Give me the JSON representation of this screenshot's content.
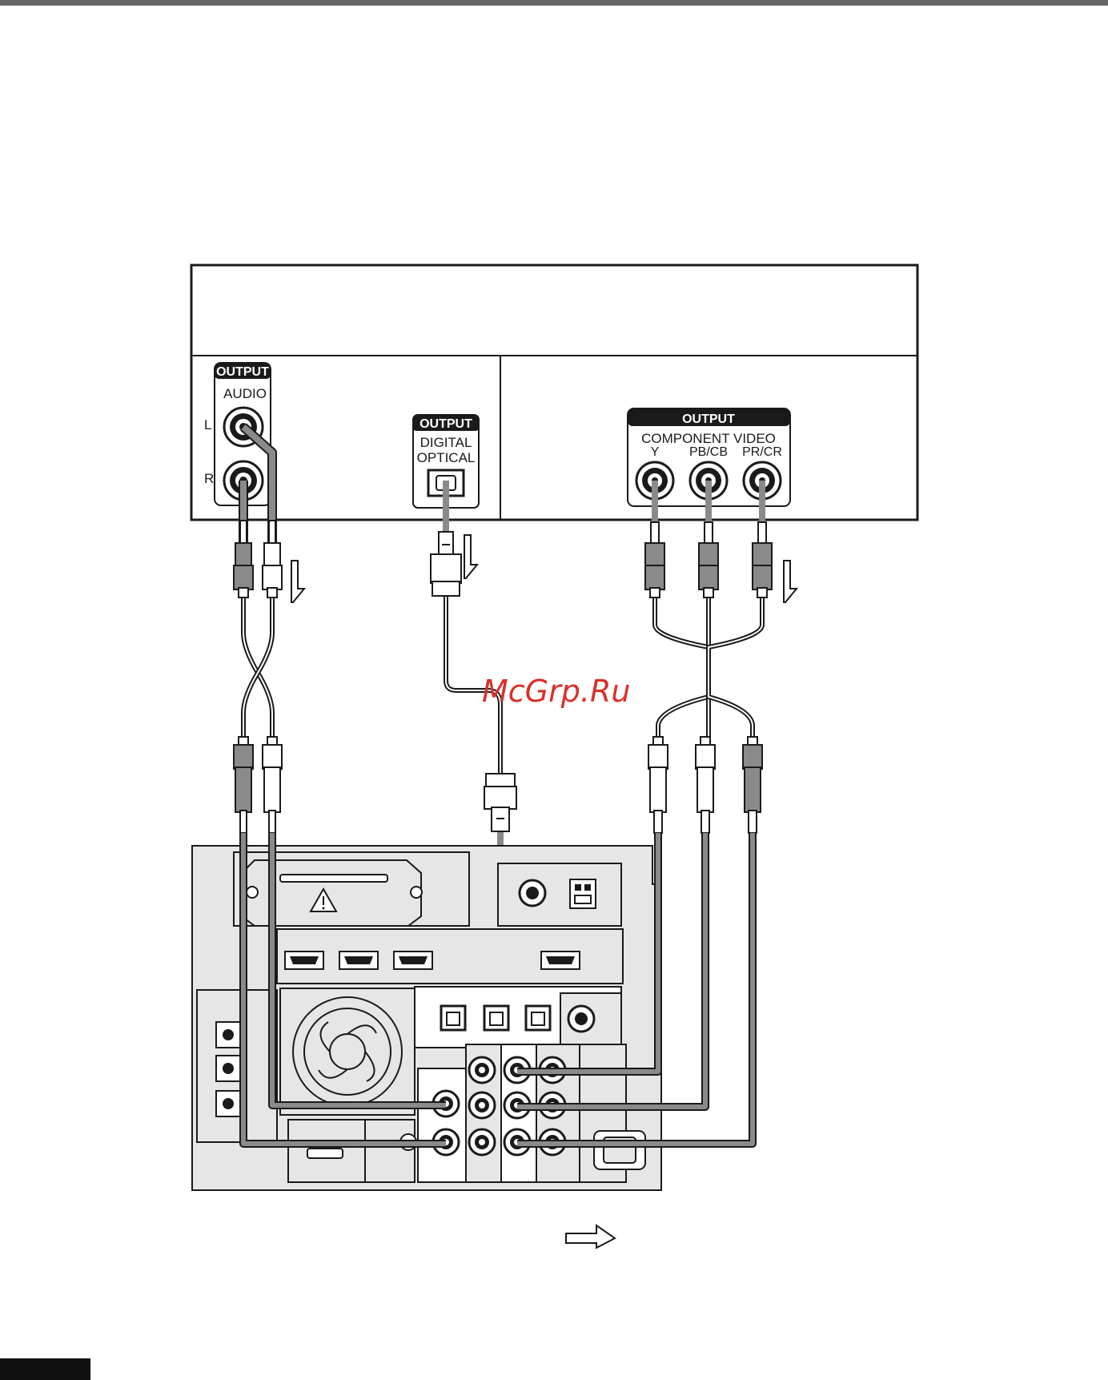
{
  "source_device": {
    "audio_output": {
      "tag": "OUTPUT",
      "title": "AUDIO",
      "left": "L",
      "right": "R"
    },
    "optical_output": {
      "tag": "OUTPUT",
      "line1": "DIGITAL",
      "line2": "OPTICAL"
    },
    "component_output": {
      "tag": "OUTPUT",
      "title": "COMPONENT VIDEO",
      "y": "Y",
      "pb": "PB/CB",
      "pr": "PR/CR"
    }
  },
  "watermark": "McGrp.Ru",
  "colors": {
    "cable": "#8a8a8a",
    "line": "#1a1a1a",
    "panel": "#e6e6e6",
    "top_bar": "#666666",
    "watermark": "#d9302a"
  },
  "icons": [
    "warning-triangle-icon",
    "signal-flow-arrow-icon"
  ]
}
